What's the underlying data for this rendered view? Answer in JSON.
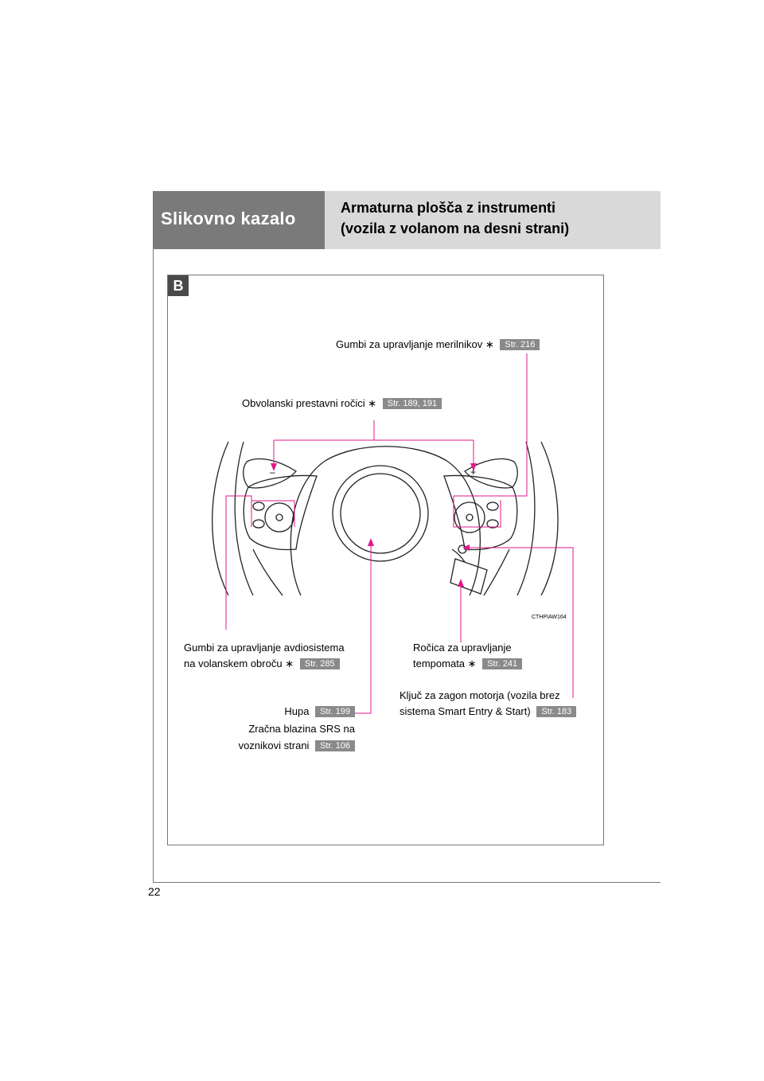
{
  "header": {
    "section_title": "Slikovno kazalo",
    "subtitle_line1": "Armaturna plošča z instrumenti",
    "subtitle_line2": "(vozila z volanom na desni strani)"
  },
  "figure": {
    "badge": "B",
    "code": "CTHPIAW164",
    "minus_glyph": "–",
    "plus_glyph": "+"
  },
  "labels": {
    "meters": {
      "text": "Gumbi za upravljanje merilnikov",
      "ast": "∗",
      "ref": "Str. 216"
    },
    "paddles": {
      "text": "Obvolanski prestavni ročici",
      "ast": "∗",
      "ref": "Str. 189, 191"
    },
    "audio": {
      "line1": "Gumbi za upravljanje avdiosistema",
      "line2": "na volanskem obroču",
      "ast": "∗",
      "ref": "Str. 285"
    },
    "cruise": {
      "line1": "Ročica za upravljanje",
      "line2": "tempomata",
      "ast": "∗",
      "ref": "Str. 241"
    },
    "key": {
      "line1": "Ključ za zagon motorja (vozila brez",
      "line2": "sistema Smart Entry & Start)",
      "ref": "Str. 183"
    },
    "horn": {
      "text": "Hupa",
      "ref": "Str. 199"
    },
    "airbag": {
      "line1": "Zračna blazina SRS na",
      "line2": "voznikovi strani",
      "ref": "Str. 106"
    }
  },
  "colors": {
    "callout": "#e0188c",
    "header_dark": "#7a7a7a",
    "header_light": "#d9d9d9",
    "ref_badge": "#8a8a8a"
  },
  "page": {
    "number": "22"
  }
}
